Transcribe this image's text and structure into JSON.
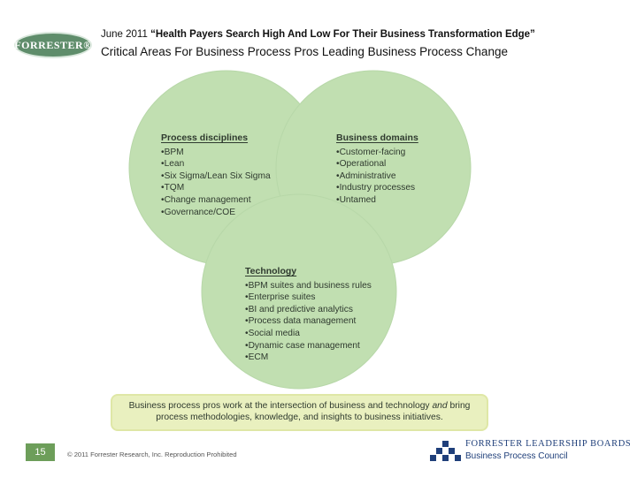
{
  "header": {
    "logo_text": "FORRESTER®",
    "line1_prefix": "June 2011 ",
    "line1_quote": "“Health Payers Search High And Low For Their Business Transformation Edge”",
    "line2": "Critical Areas For Business Process Pros Leading Business Process Change"
  },
  "venn": {
    "colors": {
      "circle_fill": "#b7d9a0",
      "circle_stroke": "#9cc987",
      "overlap_center": "#8fc27a"
    },
    "left": {
      "title": "Process disciplines",
      "items": [
        "BPM",
        "Lean",
        "Six Sigma/Lean Six Sigma",
        "TQM",
        "Change management",
        "Governance/COE"
      ]
    },
    "right": {
      "title": "Business domains",
      "items": [
        "Customer-facing",
        "Operational",
        "Administrative",
        "Industry processes",
        "Untamed"
      ]
    },
    "bottom": {
      "title": "Technology",
      "items": [
        "BPM suites and business rules",
        "Enterprise suites",
        "BI and predictive analytics",
        "Process data management",
        "Social media",
        "Dynamic case management",
        "ECM"
      ]
    }
  },
  "callout": {
    "line1_before": "Business process pros work at the intersection of business and technology ",
    "line1_em": "and",
    "line1_after": " bring",
    "line2": "process methodologies, knowledge, and insights to business initiatives."
  },
  "footer": {
    "page_number": "15",
    "copyright": "© 2011 Forrester Research, Inc. Reproduction Prohibited",
    "council_line1": "FORRESTER LEADERSHIP BOARDS",
    "council_line2": "Business Process Council"
  }
}
